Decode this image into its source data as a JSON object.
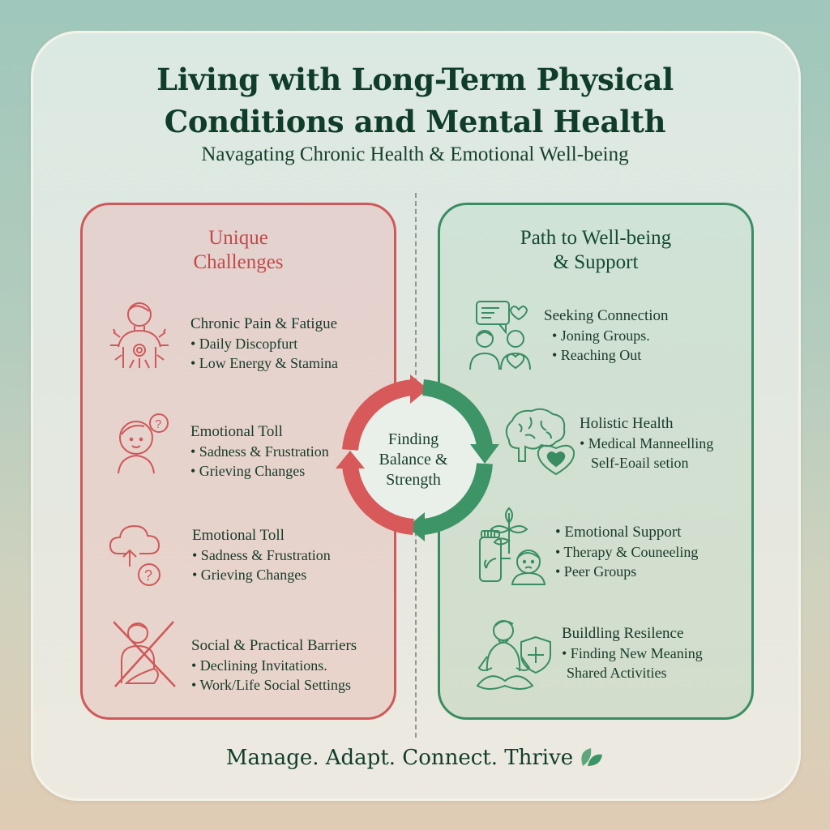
{
  "header": {
    "title_line1": "Living with Long-Term Physical",
    "title_line2": "Conditions and Mental Health",
    "subtitle": "Navagating Chronic Health & Emotional Well-being"
  },
  "colors": {
    "challenge_red": "#d0585a",
    "support_green": "#3a8d63",
    "text_dark_green": "#113d2c",
    "bg_top": "#9fc7bb",
    "bg_bottom": "#e0ccb4"
  },
  "left_panel": {
    "title_line1": "Unique",
    "title_line2": "Challenges",
    "items": [
      {
        "icon": "person-pain-icon",
        "heading": "Chronic Pain & Fatigue",
        "bullets": [
          "• Daily Discopfurt",
          "• Low Energy & Stamina"
        ]
      },
      {
        "icon": "person-question-icon",
        "heading": "Emotional Toll",
        "bullets": [
          "• Sadness & Frustration",
          "• Grieving Changes"
        ]
      },
      {
        "icon": "cloud-question-icon",
        "heading": "Emotional Toll",
        "bullets": [
          "• Sadness & Frustration",
          "• Grieving Changes"
        ]
      },
      {
        "icon": "person-crossed-icon",
        "heading": "Social & Practical Barriers",
        "bullets": [
          "• Declining Invitations.",
          "• Work/Life Social Settings"
        ]
      }
    ]
  },
  "right_panel": {
    "title_line1": "Path to Well-being",
    "title_line2": "& Support",
    "items": [
      {
        "icon": "people-chat-heart-icon",
        "heading": "Seeking Connection",
        "bullets": [
          "• Joning Groups.",
          "• Reaching Out"
        ]
      },
      {
        "icon": "brain-heart-icon",
        "heading": "Holistic Health",
        "bullets": [
          "• Medical Manneelling",
          "Self-Eoail setion"
        ]
      },
      {
        "icon": "plant-jar-person-icon",
        "heading": "• Emotional Support",
        "bullets": [
          "• Therapy & Couneeling",
          "• Peer Groups"
        ]
      },
      {
        "icon": "meditation-shield-icon",
        "heading": "Buildling Resilence",
        "bullets": [
          "• Finding New Meaning",
          "Shared Activities"
        ]
      }
    ]
  },
  "center": {
    "line1": "Finding",
    "line2": "Balance &",
    "line3": "Strength"
  },
  "footer": {
    "tagline": "Manage. Adapt. Connect. Thrive",
    "icon": "leaf-icon"
  }
}
